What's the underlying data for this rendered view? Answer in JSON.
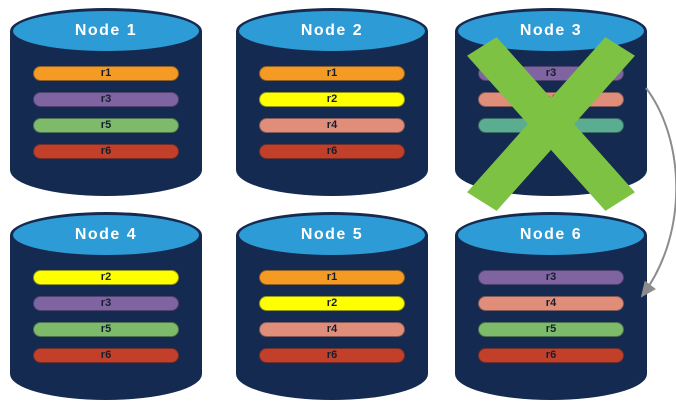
{
  "colors": {
    "cylinder_body": "#152A50",
    "cylinder_top": "#2D9BD5",
    "node_label": "#FFFFFF",
    "failure_x": "#7DC242",
    "arrow": "#8C8C8C",
    "replica_r1": "#F59A23",
    "replica_r2": "#FFFF00",
    "replica_r3": "#8064A2",
    "replica_r4": "#E08E79",
    "replica_r5": "#7DBB6B",
    "replica_r6": "#C2402A"
  },
  "nodes": [
    {
      "label": "Node 1",
      "failed": false,
      "replicas": [
        {
          "label": "r1",
          "color": "#F59A23"
        },
        {
          "label": "r3",
          "color": "#8064A2"
        },
        {
          "label": "r5",
          "color": "#7DBB6B"
        },
        {
          "label": "r6",
          "color": "#C2402A"
        }
      ]
    },
    {
      "label": "Node 2",
      "failed": false,
      "replicas": [
        {
          "label": "r1",
          "color": "#F59A23"
        },
        {
          "label": "r2",
          "color": "#FFFF00"
        },
        {
          "label": "r4",
          "color": "#E08E79"
        },
        {
          "label": "r6",
          "color": "#C2402A"
        }
      ]
    },
    {
      "label": "Node 3",
      "failed": true,
      "replicas": [
        {
          "label": "r3",
          "color": "#8064A2"
        },
        {
          "label": "r4",
          "color": "#E08E79"
        },
        {
          "label": "r5",
          "color": "#5BAD92"
        }
      ]
    },
    {
      "label": "Node 4",
      "failed": false,
      "replicas": [
        {
          "label": "r2",
          "color": "#FFFF00"
        },
        {
          "label": "r3",
          "color": "#8064A2"
        },
        {
          "label": "r5",
          "color": "#7DBB6B"
        },
        {
          "label": "r6",
          "color": "#C2402A"
        }
      ]
    },
    {
      "label": "Node 5",
      "failed": false,
      "replicas": [
        {
          "label": "r1",
          "color": "#F59A23"
        },
        {
          "label": "r2",
          "color": "#FFFF00"
        },
        {
          "label": "r4",
          "color": "#E08E79"
        },
        {
          "label": "r6",
          "color": "#C2402A"
        }
      ]
    },
    {
      "label": "Node 6",
      "failed": false,
      "replicas": [
        {
          "label": "r3",
          "color": "#8064A2"
        },
        {
          "label": "r4",
          "color": "#E08E79"
        },
        {
          "label": "r5",
          "color": "#7DBB6B"
        },
        {
          "label": "r6",
          "color": "#C2402A"
        }
      ]
    }
  ]
}
